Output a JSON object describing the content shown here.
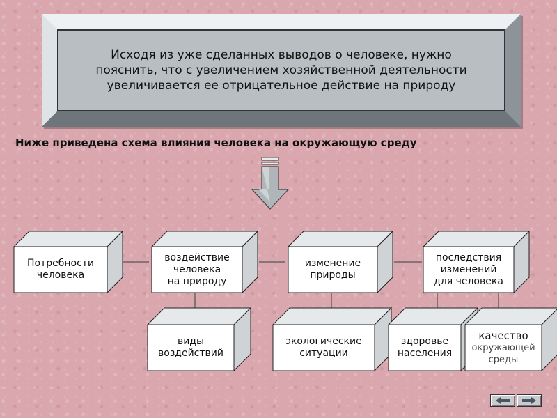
{
  "header": {
    "text": "Исходя из уже сделанных выводов о человеке, нужно\nпояснить, что с увеличением хозяйственной деятельности\nувеличивается ее отрицательное действие на природу"
  },
  "subtitle": "Ниже приведена схема влияния человека на окружающую среду",
  "nodes": {
    "needs": "Потребности\nчеловека",
    "impact": "воздействие\nчеловека\nна природу",
    "change": "изменение\nприроды",
    "consequences": "последствия\nизменений\nдля человека",
    "impact_types": "виды\nвоздействий",
    "eco_situations": "экологические\nситуации",
    "health": "здоровье\nнаселения",
    "quality_main": "качество",
    "quality_sub": "окружающей\nсреды"
  },
  "icons": {
    "arrow": "down-arrow-icon",
    "nav_prev": "arrow-left-icon",
    "nav_next": "arrow-right-icon"
  },
  "colors": {
    "background": "#d9a7ad",
    "box_front": "#ffffff",
    "box_side": "#cfd3d6",
    "box_top": "#e6e9eb",
    "panel": "#b9bec2"
  }
}
